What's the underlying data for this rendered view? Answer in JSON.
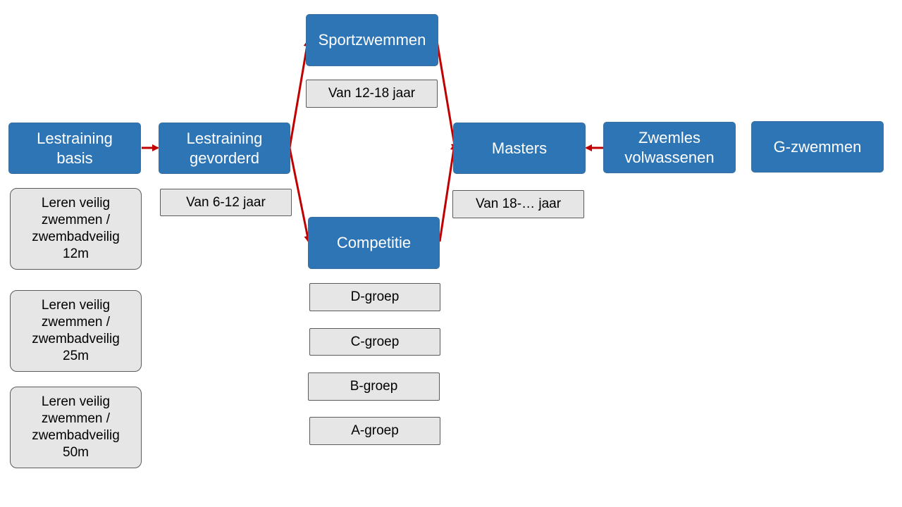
{
  "colors": {
    "primary_box": "#2e75b6",
    "secondary_box": "#e7e6e6",
    "arrow": "#c00000"
  },
  "nodes": {
    "lestraining_basis": "Lestraining\nbasis",
    "lestraining_gevorderd": "Lestraining\ngevorderd",
    "sportzwemmen": "Sportzwemmen",
    "competitie": "Competitie",
    "masters": "Masters",
    "zwemles_volwassenen": "Zwemles\nvolwassenen",
    "g_zwemmen": "G-zwemmen"
  },
  "notes": {
    "basis_12m": "Leren veilig\nzwemmen /\nzwembadveilig\n12m",
    "basis_25m": "Leren veilig\nzwemmen /\nzwembadveilig\n25m",
    "basis_50m": "Leren veilig\nzwemmen /\nzwembadveilig\n50m",
    "gevorderd_age": "Van 6-12 jaar",
    "sport_age": "Van 12-18 jaar",
    "masters_age": "Van 18-… jaar",
    "groups": [
      "D-groep",
      "C-groep",
      "B-groep",
      "A-groep"
    ]
  }
}
